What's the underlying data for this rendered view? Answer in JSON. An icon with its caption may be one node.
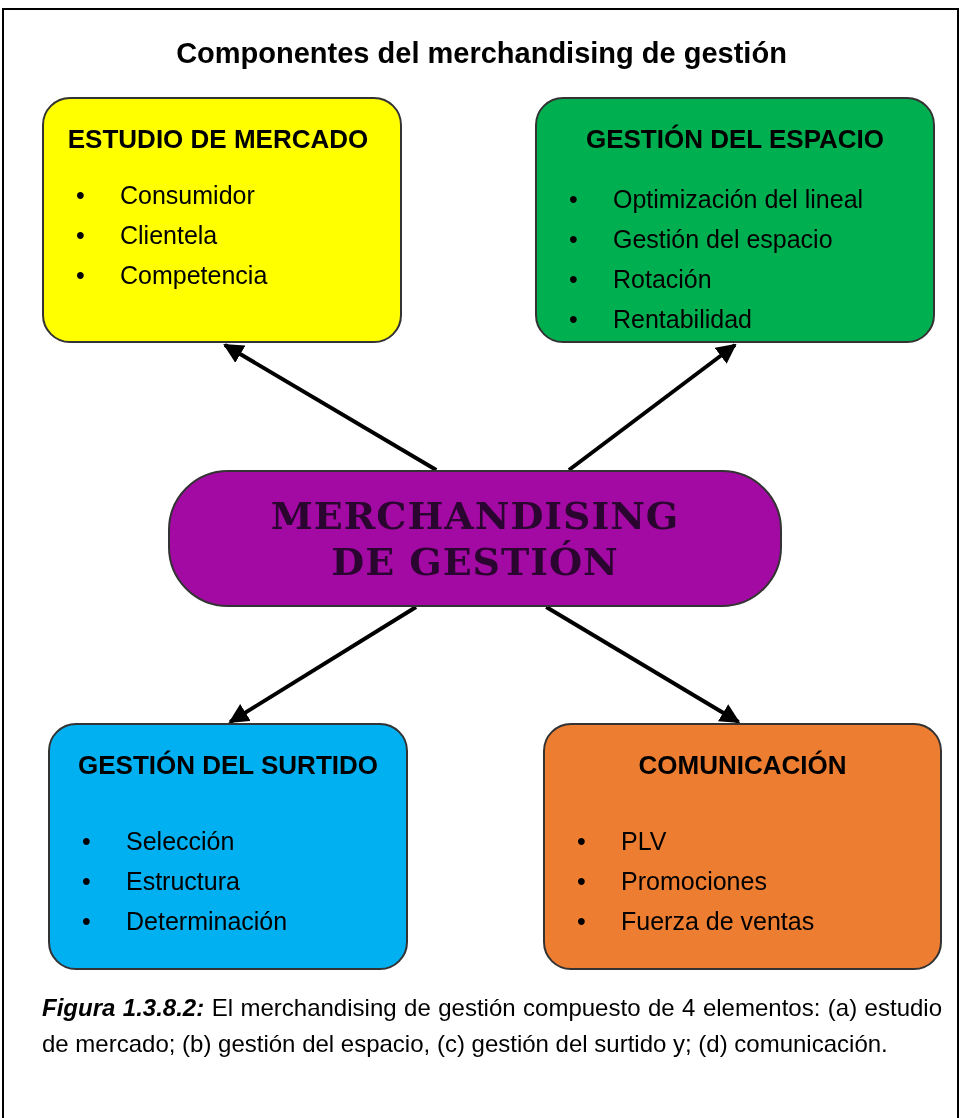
{
  "diagram": {
    "title": "Componentes del merchandising de gestión",
    "nodes": [
      {
        "text": [
          "ESTUDIO DE MERCADO",
          "• Consumidor",
          "• Clientela",
          "• Competencia"
        ]
      },
      {
        "text": [
          "GESTIÓN DEL ESPACIO",
          "• Optimización del lineal",
          "• Gestión del espacio",
          "• Rotación",
          "• Rentabilidad"
        ]
      },
      {
        "text": [
          "MERCHANDISING DE GESTIÓN"
        ]
      },
      {
        "text": [
          "GESTIÓN DEL SURTIDO",
          "• Selección",
          "• Estructura",
          "• Determinación"
        ]
      },
      {
        "text": [
          "COMUNICACIÓN",
          "• PLV",
          "• Promociones",
          "• Fuerza de ventas"
        ]
      }
    ],
    "edges": [
      {
        "from": 2,
        "to": 0,
        "arrow": "to"
      },
      {
        "from": 2,
        "to": 1,
        "arrow": "to"
      },
      {
        "from": 2,
        "to": 3,
        "arrow": "to"
      },
      {
        "from": 2,
        "to": 4,
        "arrow": "to"
      }
    ],
    "caption": "**Figura 1.3.8.2:** El merchandising de gestión compuesto de 4 elementos: (a) estudio de mercado; (b) gestión del espacio, (c) gestión del surtido y; (d) comunicación."
  }
}
